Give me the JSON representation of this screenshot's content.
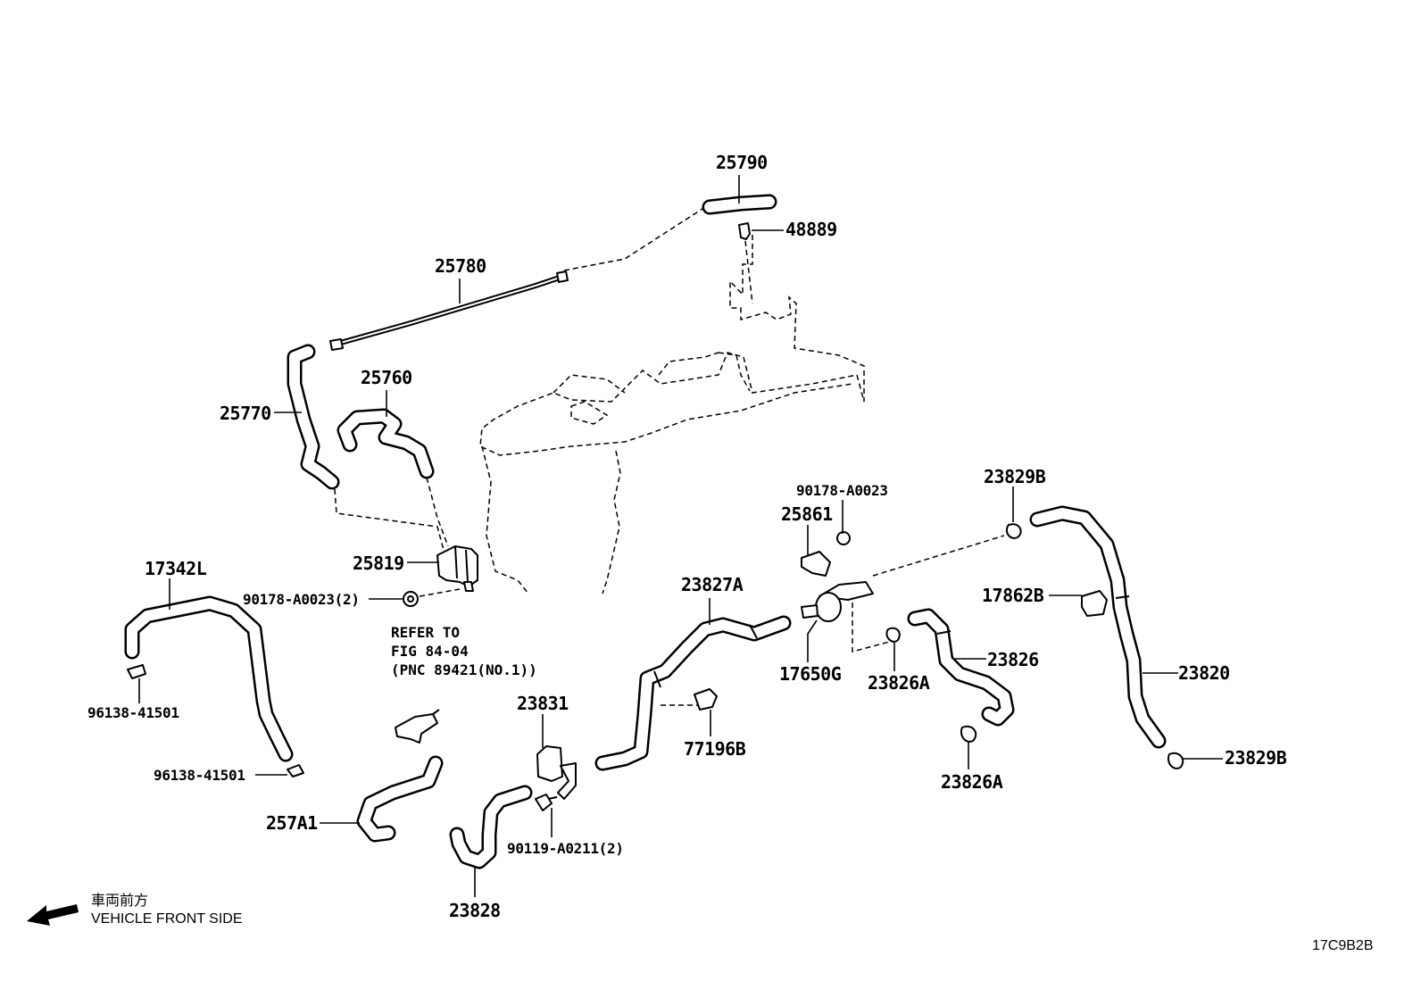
{
  "parts": {
    "p25790": "25790",
    "p48889": "48889",
    "p25780": "25780",
    "p25770": "25770",
    "p25760": "25760",
    "p25819": "25819",
    "p90178_2": "90178-A0023(2)",
    "p17342L": "17342L",
    "p96138_a": "96138-41501",
    "p96138_b": "96138-41501",
    "p257A1": "257A1",
    "p23828": "23828",
    "p23831": "23831",
    "p90119": "90119-A0211(2)",
    "p23827A": "23827A",
    "p77196B": "77196B",
    "p90178": "90178-A0023",
    "p25861": "25861",
    "p17650G": "17650G",
    "p23826A_a": "23826A",
    "p23826A_b": "23826A",
    "p23826": "23826",
    "p23829B_a": "23829B",
    "p23829B_b": "23829B",
    "p17862B": "17862B",
    "p23820": "23820"
  },
  "refer": {
    "line1": "REFER TO",
    "line2": "FIG 84-04",
    "line3": "(PNC 89421(NO.1))"
  },
  "direction": {
    "jp": "車両前方",
    "en": "VEHICLE FRONT SIDE"
  },
  "figure_code": "17C9B2B",
  "icons": {
    "direction_arrow": "arrow-left-down-icon"
  }
}
